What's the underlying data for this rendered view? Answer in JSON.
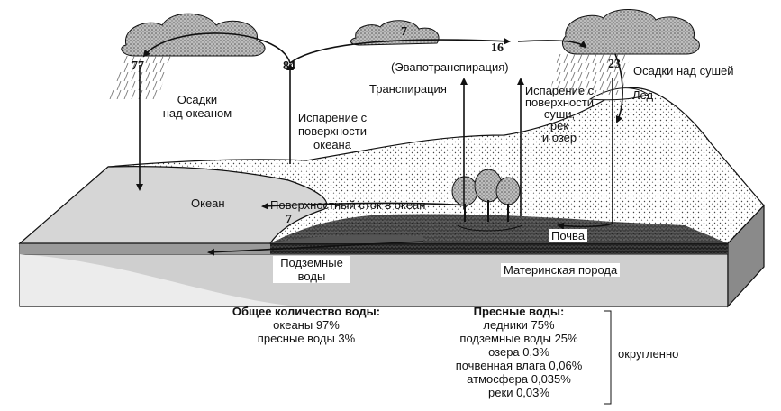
{
  "numbers": {
    "ocean_precipitation": "77",
    "ocean_evaporation": "84",
    "atmospheric_transport": "7",
    "evapotranspiration": "16",
    "land_precipitation": "23",
    "surface_runoff": "7"
  },
  "labels": {
    "ocean_precipitation": [
      "Осадки",
      "над океаном"
    ],
    "ocean_evaporation": [
      "Испарение с",
      "поверхности",
      "океана"
    ],
    "evapotranspiration": "(Эвапотранспирация)",
    "land_precipitation": "Осадки над сушей",
    "ice": "Лед",
    "transpiration": "Транспирация",
    "land_evaporation": [
      "Испарение с",
      "поверхности",
      "суши,",
      "рек",
      "и озер"
    ],
    "ocean": "Океан",
    "surface_runoff": "Поверхностный сток в океан",
    "soil": "Почва",
    "groundwater": [
      "Подземные",
      "воды"
    ],
    "bedrock": "Материнская порода"
  },
  "totals": {
    "title": "Общее количество воды:",
    "items": [
      "океаны 97%",
      "пресные воды 3%"
    ]
  },
  "fresh_water": {
    "title": "Пресные воды:",
    "items": [
      "ледники 75%",
      "подземные воды 25%",
      "озера 0,3%",
      "почвенная влага 0,06%",
      "атмосфера 0,035%",
      "реки 0,03%"
    ],
    "note": "округленно"
  }
}
